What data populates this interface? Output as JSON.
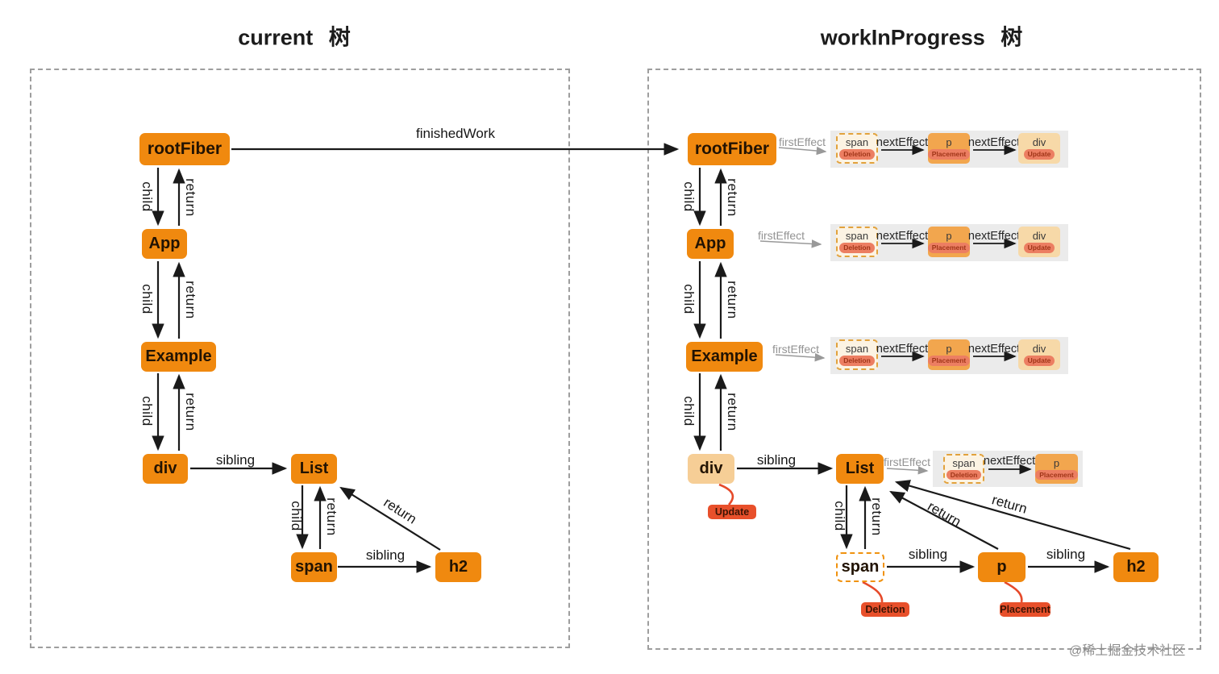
{
  "titles": {
    "left": "current 树",
    "right": "workInProgress 树"
  },
  "labels": {
    "child": "child",
    "return": "return",
    "sibling": "sibling",
    "finished_work": "finishedWork",
    "first_effect": "firstEffect",
    "next_effect": "nextEffect"
  },
  "nodes": {
    "root_fiber": "rootFiber",
    "app": "App",
    "example": "Example",
    "div": "div",
    "list": "List",
    "span": "span",
    "p": "p",
    "h2": "h2"
  },
  "effect_tags": {
    "deletion": "Deletion",
    "placement": "Placement",
    "update": "Update"
  },
  "watermark": "@稀土掘金技术社区",
  "colors": {
    "node_orange": "#F0890F",
    "node_light_peach": "#F6CE96",
    "effect_span_bg": "#FCF3E3",
    "effect_p_bg": "#F2A64E",
    "effect_div_bg": "#F7D9A8",
    "effect_badge_bg": "#EC7E62",
    "effect_badge_text": "#A03518",
    "tag_red": "#E8502B",
    "panel_gray": "#EBEBEB",
    "dashed_frame_gray": "#9E9E9E",
    "arrow_black": "#1a1a1a",
    "arrow_gray": "#999999"
  }
}
